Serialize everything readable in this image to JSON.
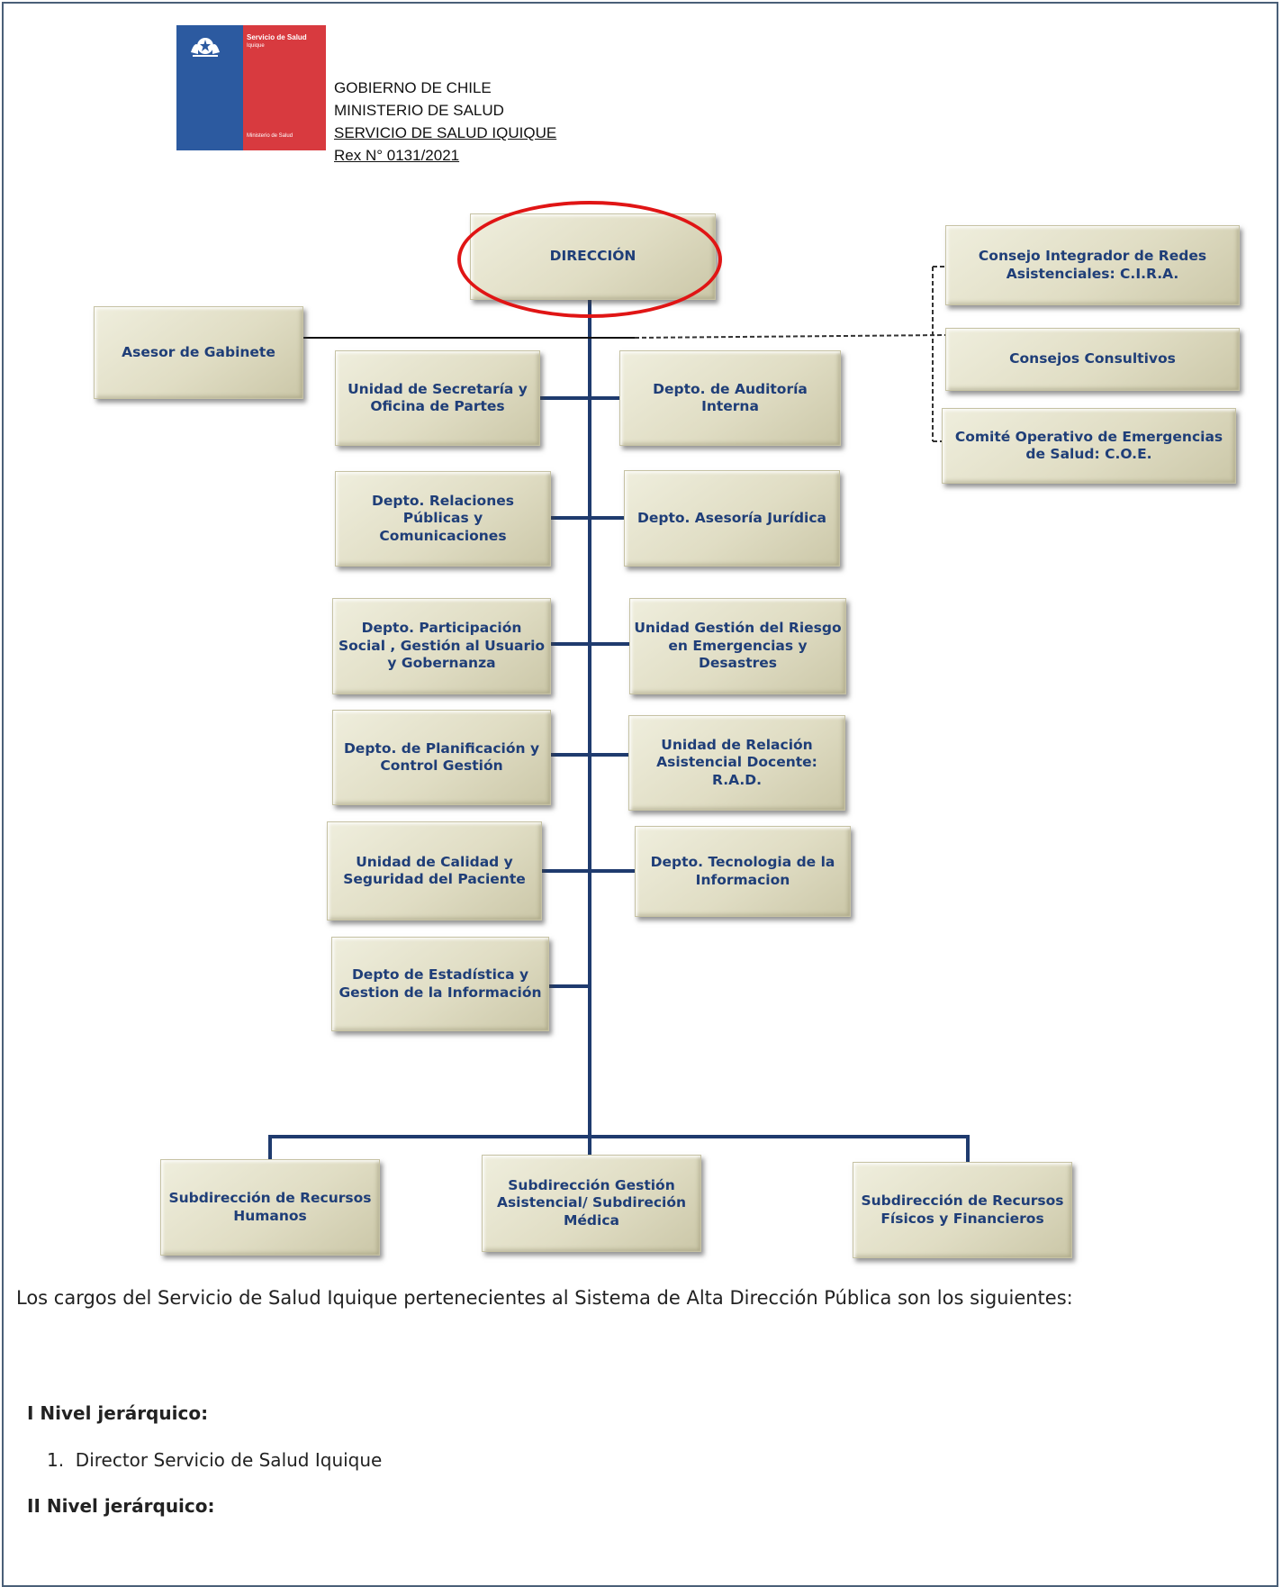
{
  "header": {
    "logo": {
      "top_text": "Servicio de Salud",
      "top_subtext": "Iquique",
      "bottom_text": "Ministerio de Salud",
      "crest": "chile-coat-of-arms-icon",
      "colors": {
        "blue": "#2c5aa0",
        "red": "#d83a3f"
      }
    },
    "lines": [
      "GOBIERNO DE CHILE",
      "MINISTERIO DE SALUD",
      "SERVICIO DE SALUD IQUIQUE",
      "Rex N° 0131/2021"
    ]
  },
  "org_chart": {
    "direction": "DIRECCIÓN",
    "advisor": "Asesor de Gabinete",
    "councils": [
      "Consejo Integrador de Redes Asistenciales: C.I.R.A.",
      "Consejos Consultivos",
      "Comité Operativo de Emergencias de Salud: C.O.E."
    ],
    "left_units": [
      "Unidad de Secretaría y Oficina de Partes",
      "Depto. Relaciones Públicas y Comunicaciones",
      "Depto. Participación Social , Gestión al Usuario y Gobernanza",
      "Depto. de Planificación y Control Gestión",
      "Unidad de Calidad y Seguridad del Paciente",
      "Depto de Estadística y Gestion de la Información"
    ],
    "right_units": [
      "Depto. de Auditoría Interna",
      "Depto. Asesoría Jurídica",
      "Unidad Gestión del Riesgo en Emergencias y Desastres",
      "Unidad de Relación Asistencial Docente: R.A.D.",
      "Depto. Tecnologia de la Informacion"
    ],
    "subdirections": [
      "Subdirección de Recursos Humanos",
      "Subdirección Gestión Asistencial/ Subdireción Médica",
      "Subdirección de Recursos Físicos y Financieros"
    ],
    "highlight_color": "#e01515",
    "line_color": "#1f3b6e"
  },
  "body": {
    "paragraph": "Los cargos del Servicio de Salud Iquique pertenecientes al Sistema de Alta Dirección Pública son los siguientes:",
    "level1_title": "I Nivel jerárquico:",
    "level1_items": [
      "1.  Director Servicio de Salud Iquique"
    ],
    "level2_title": "II Nivel jerárquico:"
  }
}
